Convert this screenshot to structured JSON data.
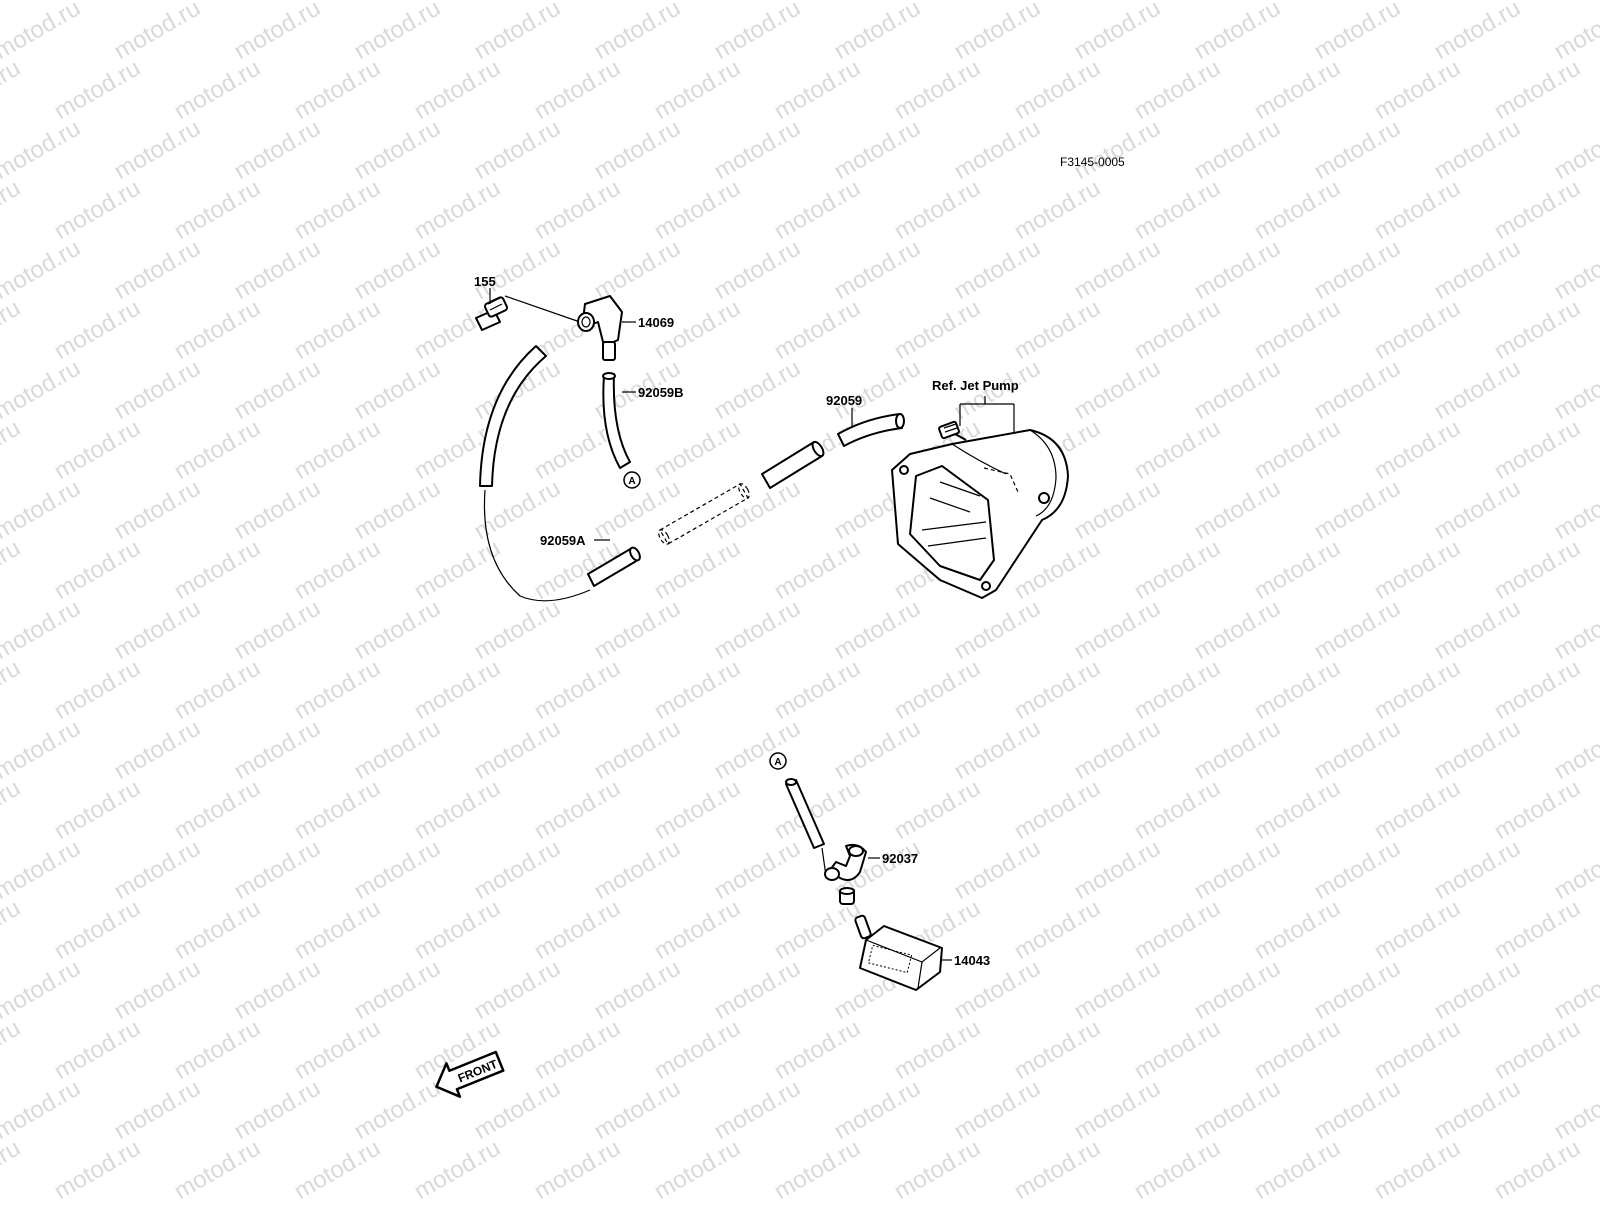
{
  "diagram": {
    "figure_code": "F3145-0005",
    "watermark_text": "motod.ru",
    "ref_label": "Ref. Jet Pump",
    "front_label": "FRONT",
    "circle_marker": "A",
    "parts": [
      {
        "id": "155"
      },
      {
        "id": "14069"
      },
      {
        "id": "92059B"
      },
      {
        "id": "92059"
      },
      {
        "id": "92059A"
      },
      {
        "id": "92037"
      },
      {
        "id": "14043"
      }
    ]
  }
}
